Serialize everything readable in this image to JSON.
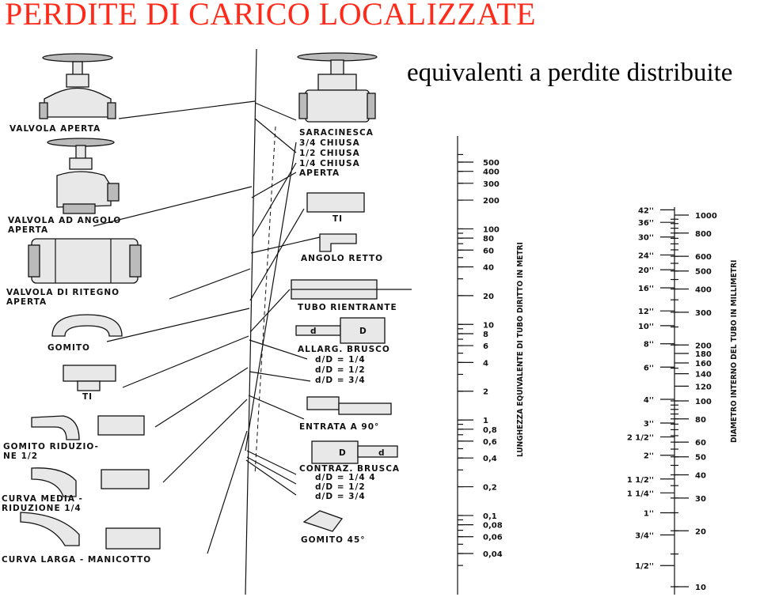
{
  "title": "PERDITE DI CARICO LOCALIZZATE",
  "subtitle": "equivalenti a perdite distribuite",
  "colors": {
    "title": "#ff2a1a",
    "ink": "#111111"
  },
  "left_fittings": [
    "VALVOLA APERTA",
    "VALVOLA AD ANGOLO",
    "APERTA",
    "VALVOLA DI RITEGNO",
    "APERTA",
    "GOMITO",
    "TI",
    "GOMITO RIDUZIO-",
    "NE 1/2",
    "CURVA MEDIA -",
    "RIDUZIONE 1/4",
    "CURVA LARGA - MANICOTTO"
  ],
  "right_fittings": [
    "SARACINESCA",
    "3/4 CHIUSA",
    "1/2 CHIUSA",
    "1/4 CHIUSA",
    "APERTA",
    "TI",
    "ANGOLO RETTO",
    "TUBO RIENTRANTE",
    "ALLARG. BRUSCO",
    "d/D = 1/4",
    "d/D = 1/2",
    "d/D = 3/4",
    "ENTRATA A 90°",
    "CONTRAZ. BRUSCA",
    "d/D = 1/4 4",
    "d/D = 1/2",
    "d/D = 3/4",
    "GOMITO 45°"
  ],
  "fitting_symbols": {
    "d": "d",
    "D": "D"
  },
  "length_scale": {
    "label": "LUNGHEZZA EQUIVALENTE DI TUBO DIRITTO IN METRI",
    "ticks": [
      "500",
      "400",
      "300",
      "200",
      "100",
      "80",
      "60",
      "40",
      "20",
      "10",
      "8",
      "6",
      "4",
      "2",
      "1",
      "0,8",
      "0,6",
      "0,4",
      "0,2",
      "0,1",
      "0,08",
      "0,06",
      "0,04"
    ]
  },
  "diameter_scale": {
    "label": "DIAMETRO INTERNO DEL TUBO IN MILLIMETRI",
    "inch_ticks": [
      "42''",
      "36''",
      "30''",
      "24''",
      "20''",
      "16''",
      "12''",
      "10''",
      "8''",
      "6''",
      "4''",
      "3''",
      "2 1/2''",
      "2''",
      "1 1/2''",
      "1 1/4''",
      "1''",
      "3/4''",
      "1/2''"
    ],
    "mm_ticks": [
      "1000",
      "800",
      "600",
      "500",
      "400",
      "300",
      "200",
      "180",
      "160",
      "140",
      "120",
      "100",
      "80",
      "60",
      "50",
      "40",
      "30",
      "20",
      "10"
    ]
  }
}
